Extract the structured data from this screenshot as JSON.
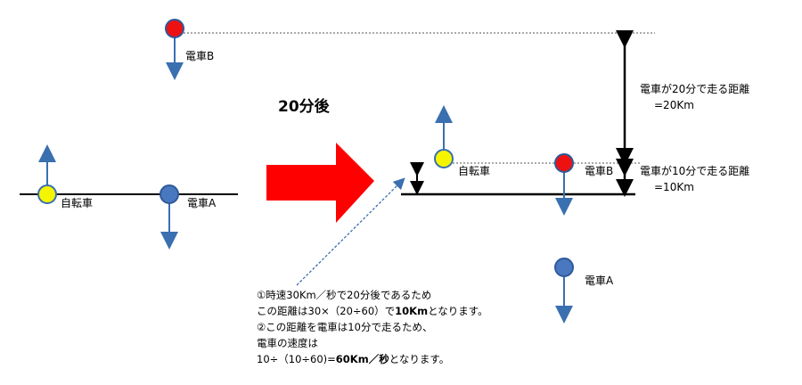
{
  "colors": {
    "bicycle": "#f5f500",
    "train_a": "#4a78c0",
    "train_b": "#ee1111",
    "arrow_blue": "#3a6fb0",
    "big_arrow": "#ff0000",
    "line": "#000000"
  },
  "labels": {
    "before_bicycle": "自転車",
    "before_train_a": "電車A",
    "before_train_b": "電車B",
    "after_time": "20分後",
    "after_bicycle": "自転車",
    "after_train_b": "電車B",
    "after_train_a": "電車A",
    "dist20_line1": "電車が20分で走る距離",
    "dist20_line2": "=20Km",
    "dist10_line1": "電車が10分で走る距離",
    "dist10_line2": "=10Km"
  },
  "note": {
    "line1": "①時速30Km／秒で20分後であるため",
    "line2_pre": "この距離は30×（20÷60）で",
    "line2_bold": "10Km",
    "line2_post": "となります。",
    "line3": "②この距離を電車は10分で走るため、",
    "line4": "電車の速度は",
    "line5_pre": "10÷（10÷60)=",
    "line5_bold": "60Km／秒",
    "line5_post": "となります。"
  }
}
